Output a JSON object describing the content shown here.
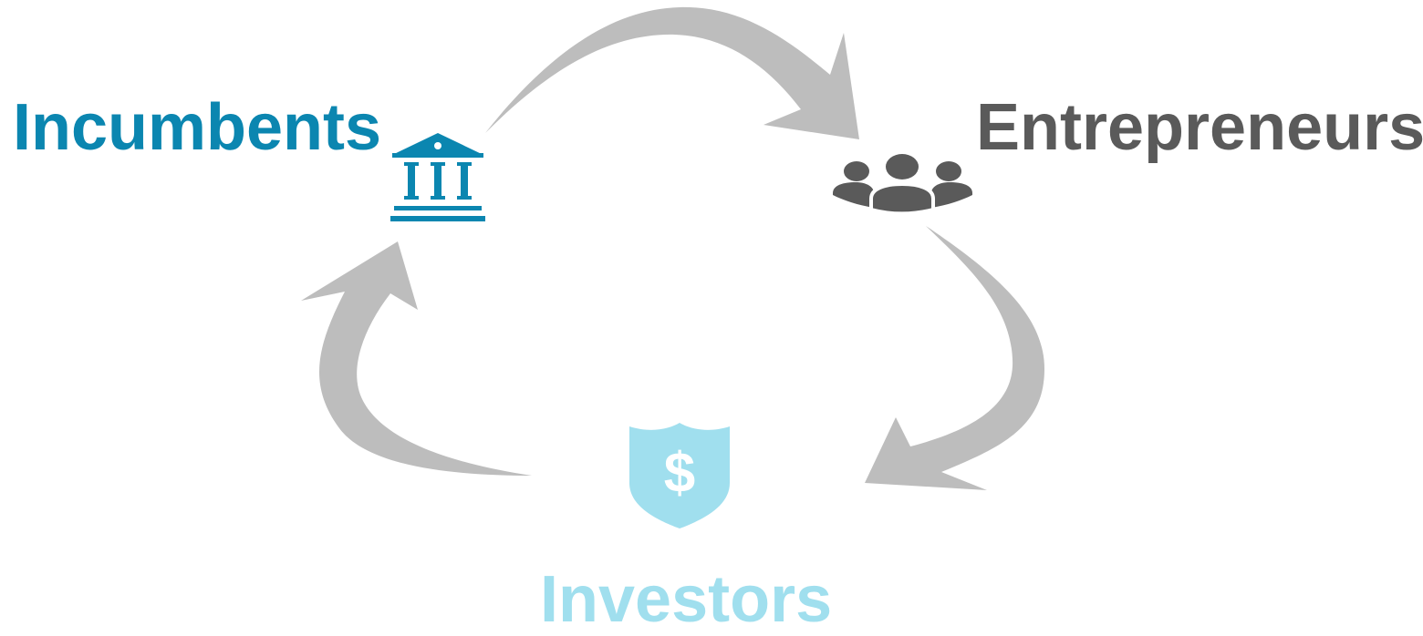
{
  "nodes": {
    "incumbents": {
      "label": "Incumbents",
      "icon": "bank-icon",
      "color": "#0b86b0"
    },
    "entrepreneurs": {
      "label": "Entrepreneurs",
      "icon": "users-group-icon",
      "color": "#5a5a5a"
    },
    "investors": {
      "label": "Investors",
      "icon": "shield-dollar-icon",
      "color": "#a0dfee"
    }
  },
  "arrows": {
    "color": "#bdbdbd",
    "flow": [
      {
        "from": "incumbents",
        "to": "entrepreneurs"
      },
      {
        "from": "entrepreneurs",
        "to": "investors"
      },
      {
        "from": "investors",
        "to": "incumbents"
      }
    ]
  }
}
